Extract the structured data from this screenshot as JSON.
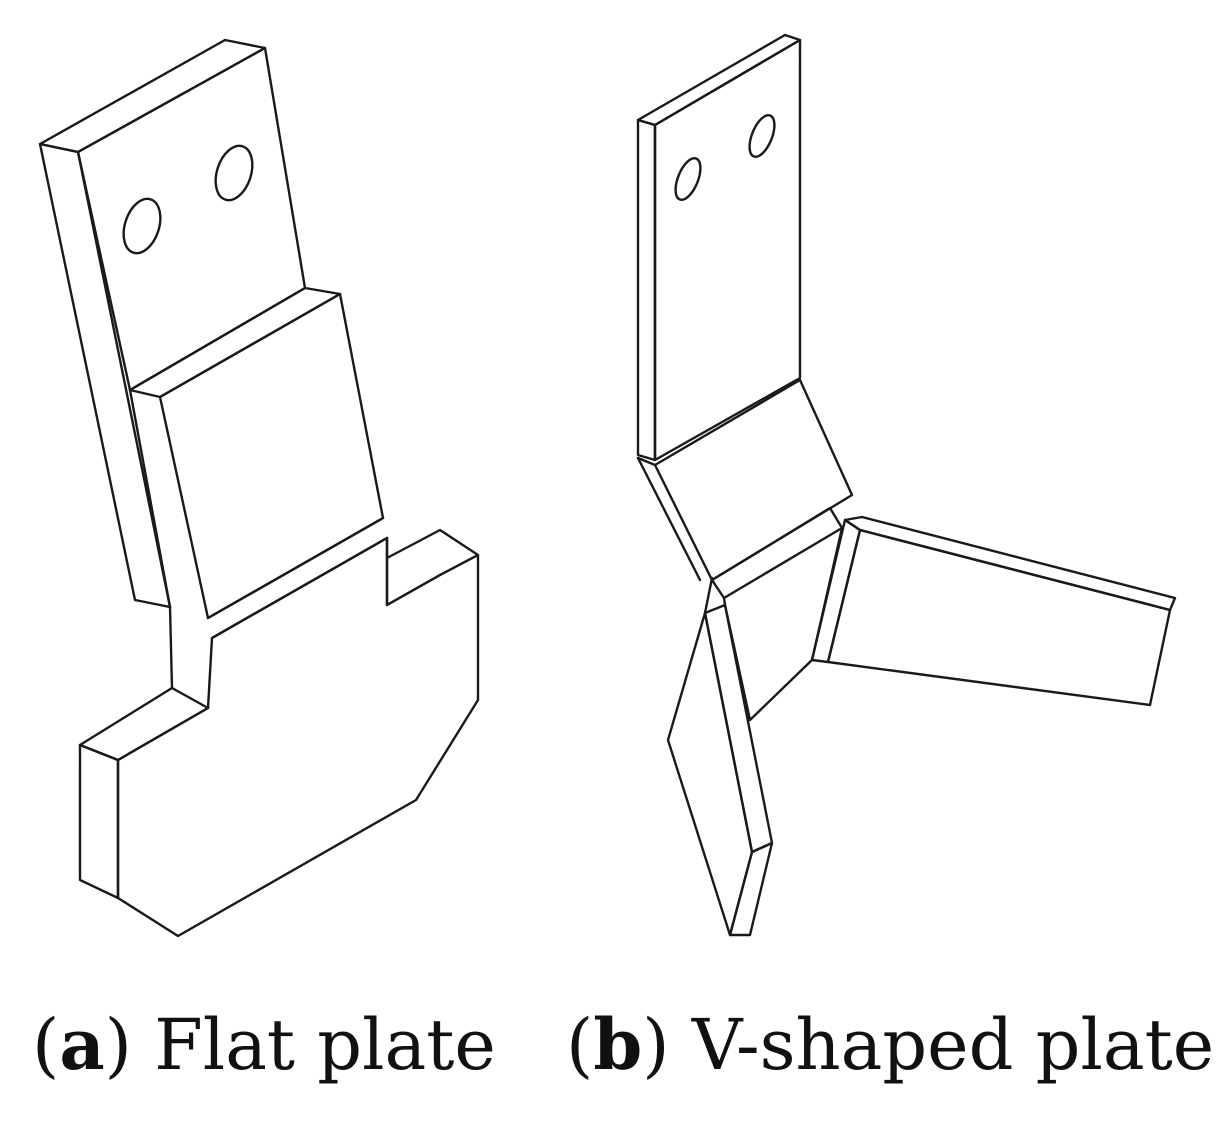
{
  "figure": {
    "panel_a": {
      "letter": "a",
      "label": "Flat plate"
    },
    "panel_b": {
      "letter": "b",
      "label": "V-shaped plate"
    }
  }
}
